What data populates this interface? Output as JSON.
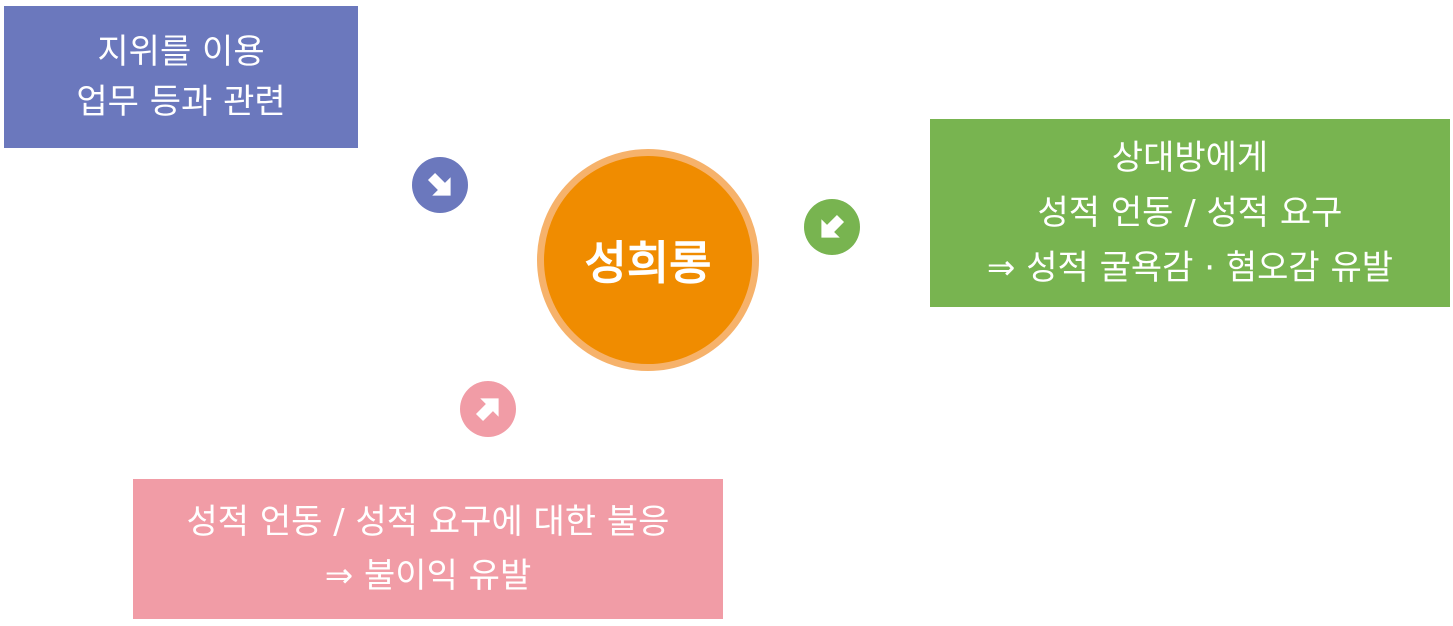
{
  "colors": {
    "purple": "#6b78bd",
    "green": "#78b450",
    "pink": "#f19ca6",
    "orange": "#f08c00",
    "orange_ring": "#f6b26b",
    "text": "#ffffff"
  },
  "center": {
    "label": "성희롱"
  },
  "boxes": {
    "top_left": {
      "lines": [
        "지위를 이용",
        "업무 등과 관련"
      ]
    },
    "right": {
      "lines": [
        "상대방에게",
        "성적 언동 / 성적 요구",
        "⇒ 성적 굴욕감 · 혐오감 유발"
      ]
    },
    "bottom": {
      "lines": [
        "성적 언동 / 성적 요구에 대한 불응",
        "⇒ 불이익 유발"
      ]
    }
  },
  "arrows": {
    "top_left": {
      "icon": "arrow-down-right-icon",
      "direction": "down-right"
    },
    "right": {
      "icon": "arrow-down-left-icon",
      "direction": "down-left"
    },
    "bottom": {
      "icon": "arrow-up-right-icon",
      "direction": "up-right"
    }
  }
}
